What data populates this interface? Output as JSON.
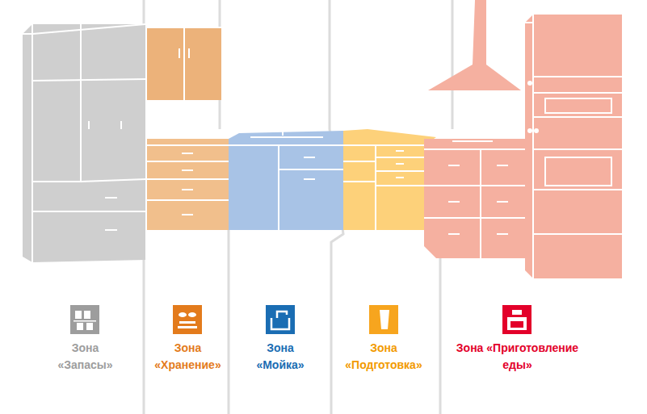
{
  "diagram": {
    "labels": [
      "Зона «Запасы»",
      "Зона «Хранение»",
      "Зона «Мойка»",
      "Зона «Подготовка»",
      "Зона «Приготовление еды»"
    ]
  }
}
